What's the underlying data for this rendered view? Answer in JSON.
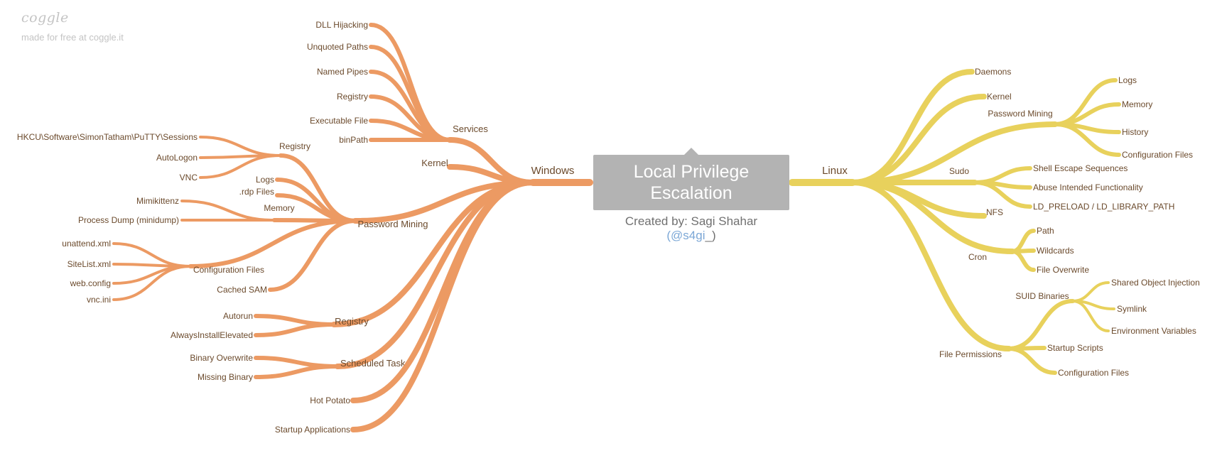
{
  "brand": {
    "logo": "coggle",
    "tagline": "made for free at coggle.it"
  },
  "center": {
    "title": "Local Privilege Escalation",
    "byline_prefix": "Created by: Sagi Shahar ",
    "byline_handle": "(@s4gi",
    "byline_suffix": "_)"
  },
  "colors": {
    "windows": "#ec9a63",
    "linux": "#e8d15c",
    "center": "#b3b3b3",
    "text": "#6b4a2c"
  },
  "branches": [
    {
      "label": "Windows",
      "side": "left",
      "color": "#ec9a63",
      "children": [
        {
          "label": "Services",
          "children": [
            {
              "label": "DLL Hijacking"
            },
            {
              "label": "Unquoted Paths"
            },
            {
              "label": "Named Pipes"
            },
            {
              "label": "Registry"
            },
            {
              "label": "Executable File"
            },
            {
              "label": "binPath"
            }
          ]
        },
        {
          "label": "Kernel"
        },
        {
          "label": "Password Mining",
          "children": [
            {
              "label": "Registry",
              "children": [
                {
                  "label": "HKCU\\Software\\SimonTatham\\PuTTY\\Sessions"
                },
                {
                  "label": "AutoLogon"
                },
                {
                  "label": "VNC"
                }
              ]
            },
            {
              "label": "Logs"
            },
            {
              "label": ".rdp Files"
            },
            {
              "label": "Memory",
              "children": [
                {
                  "label": "Mimikittenz"
                },
                {
                  "label": "Process Dump (minidump)"
                }
              ]
            },
            {
              "label": "Configuration Files",
              "children": [
                {
                  "label": "unattend.xml"
                },
                {
                  "label": "SiteList.xml"
                },
                {
                  "label": "web.config"
                },
                {
                  "label": "vnc.ini"
                }
              ]
            },
            {
              "label": "Cached SAM"
            }
          ]
        },
        {
          "label": "Registry",
          "children": [
            {
              "label": "Autorun"
            },
            {
              "label": "AlwaysInstallElevated"
            }
          ]
        },
        {
          "label": "Scheduled Tasks",
          "children": [
            {
              "label": "Binary Overwrite"
            },
            {
              "label": "Missing Binary"
            }
          ]
        },
        {
          "label": "Hot Potato"
        },
        {
          "label": "Startup Applications"
        }
      ]
    },
    {
      "label": "Linux",
      "side": "right",
      "color": "#e8d15c",
      "children": [
        {
          "label": "Daemons"
        },
        {
          "label": "Kernel"
        },
        {
          "label": "Password Mining",
          "children": [
            {
              "label": "Logs"
            },
            {
              "label": "Memory"
            },
            {
              "label": "History"
            },
            {
              "label": "Configuration Files"
            }
          ]
        },
        {
          "label": "Sudo",
          "children": [
            {
              "label": "Shell Escape Sequences"
            },
            {
              "label": "Abuse Intended Functionality"
            },
            {
              "label": "LD_PRELOAD / LD_LIBRARY_PATH"
            }
          ]
        },
        {
          "label": "NFS"
        },
        {
          "label": "Cron",
          "children": [
            {
              "label": "Path"
            },
            {
              "label": "Wildcards"
            },
            {
              "label": "File Overwrite"
            }
          ]
        },
        {
          "label": "File Permissions",
          "children": [
            {
              "label": "SUID Binaries",
              "children": [
                {
                  "label": "Shared Object Injection"
                },
                {
                  "label": "Symlink"
                },
                {
                  "label": "Environment Variables"
                }
              ]
            },
            {
              "label": "Startup Scripts"
            },
            {
              "label": "Configuration Files"
            }
          ]
        }
      ]
    }
  ]
}
